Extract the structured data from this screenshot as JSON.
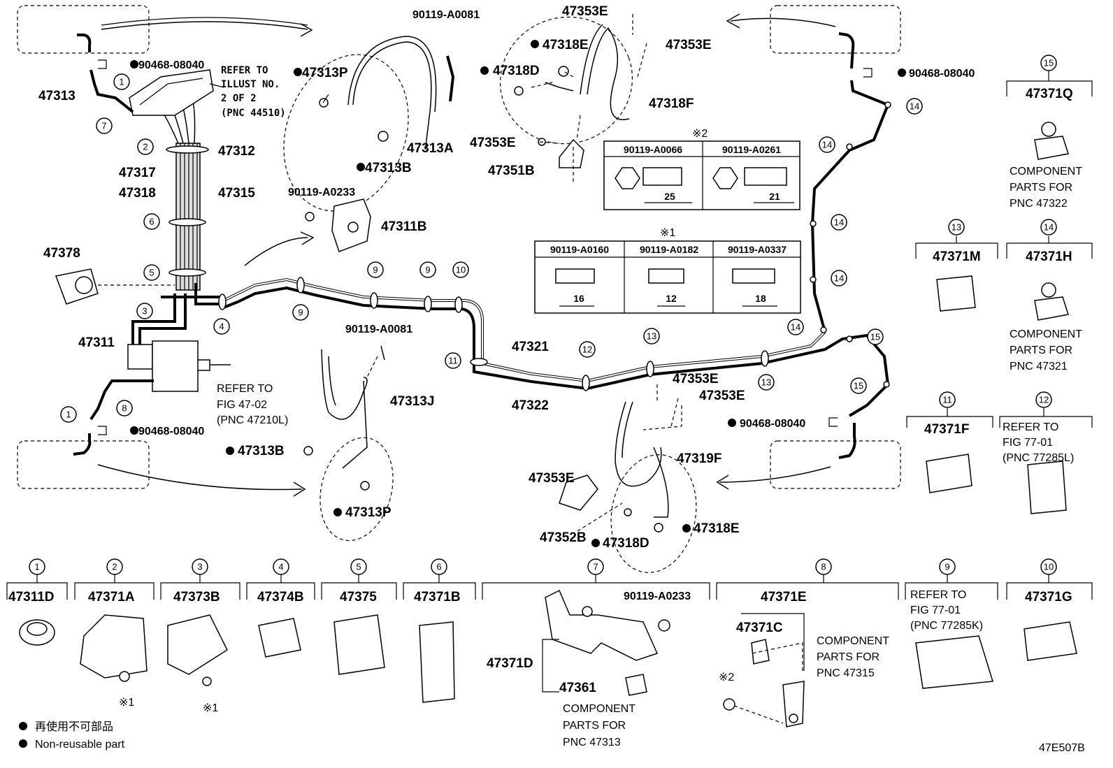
{
  "diagram": {
    "id_code": "47E507B",
    "legend": {
      "jp": "再使用不可部品",
      "en": "Non-reusable part"
    },
    "parts": {
      "p47313": "47313",
      "p47312": "47312",
      "p47317": "47317",
      "p47318": "47318",
      "p47315": "47315",
      "p47378": "47378",
      "p47311": "47311",
      "p47313P_a": "47313P",
      "p47313A": "47313A",
      "p47313B_a": "47313B",
      "p47311B": "47311B",
      "p90119A0081_a": "90119-A0081",
      "p90119A0233_a": "90119-A0233",
      "p90468_a": "90468-08040",
      "p90468_b": "90468-08040",
      "p90468_c": "90468-08040",
      "p90468_d": "90468-08040",
      "p47353E_a": "47353E",
      "p47353E_b": "47353E",
      "p47353E_c": "47353E",
      "p47353E_d": "47353E",
      "p47353E_e": "47353E",
      "p47353E_f": "47353E",
      "p47318E_a": "47318E",
      "p47318D_a": "47318D",
      "p47318F": "47318F",
      "p47351B": "47351B",
      "p47321": "47321",
      "p47322": "47322",
      "p90119A0081_b": "90119-A0081",
      "p47313J": "47313J",
      "p47313B_b": "47313B",
      "p47313P_b": "47313P",
      "p47319F": "47319F",
      "p47352B": "47352B",
      "p47318D_b": "47318D",
      "p47318E_b": "47318E",
      "p47371Q": "47371Q",
      "p47371M": "47371M",
      "p47371H": "47371H",
      "p47371F": "47371F",
      "p47311D": "47311D",
      "p47371A": "47371A",
      "p47373B": "47373B",
      "p47374B": "47374B",
      "p47375": "47375",
      "p47371B": "47371B",
      "p47371D": "47371D",
      "p47361": "47361",
      "p90119A0233_b": "90119-A0233",
      "p47371E": "47371E",
      "p47371C": "47371C",
      "p47371G": "47371G"
    },
    "refs": {
      "illust_1": "REFER TO",
      "illust_2": "ILLUST NO.",
      "illust_3": "2 OF 2",
      "illust_4": "(PNC 44510)",
      "fig4702_1": "REFER TO",
      "fig4702_2": "FIG 47-02",
      "fig4702_3": "(PNC 47210L)",
      "fig7701L_1": "REFER TO",
      "fig7701L_2": "FIG 77-01",
      "fig7701L_3": "(PNC 77285L)",
      "fig7701K_1": "REFER TO",
      "fig7701K_2": "FIG 77-01",
      "fig7701K_3": "(PNC 77285K)"
    },
    "components": {
      "c47322_1": "COMPONENT",
      "c47322_2": "PARTS FOR",
      "c47322_3": "PNC 47322",
      "c47321_1": "COMPONENT",
      "c47321_2": "PARTS FOR",
      "c47321_3": "PNC 47321",
      "c47313_1": "COMPONENT",
      "c47313_2": "PARTS FOR",
      "c47313_3": "PNC 47313",
      "c47315_1": "COMPONENT",
      "c47315_2": "PARTS FOR",
      "c47315_3": "PNC 47315"
    },
    "marks": {
      "m1": "※1",
      "m2": "※2",
      "s1a": "※1",
      "s1b": "※1",
      "s2a": "※2"
    },
    "table1": {
      "headers": [
        "90119-A0160",
        "90119-A0182",
        "90119-A0337"
      ],
      "dims": [
        "16",
        "12",
        "18"
      ]
    },
    "table2": {
      "headers": [
        "90119-A0066",
        "90119-A0261"
      ],
      "dims": [
        "25",
        "21"
      ]
    },
    "callouts": {
      "n1": "1",
      "n2": "2",
      "n3": "3",
      "n4": "4",
      "n5": "5",
      "n6": "6",
      "n7": "7",
      "n8": "8",
      "n9": "9",
      "n10": "10",
      "n11": "11",
      "n12": "12",
      "n13": "13",
      "n14": "14",
      "n15": "15"
    }
  }
}
